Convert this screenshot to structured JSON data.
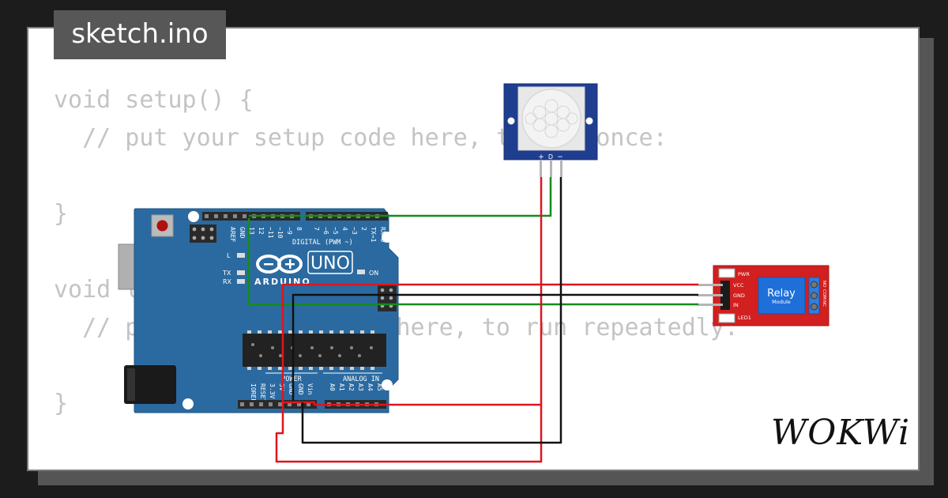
{
  "tab": {
    "filename": "sketch.ino"
  },
  "code_lines": [
    "void setup() {",
    "  // put your setup code here, to run once:",
    "",
    "}",
    "",
    "void loop() {",
    "  // put your main code here, to run repeatedly:",
    "",
    "}"
  ],
  "arduino": {
    "brand": "ARDUINO",
    "model": "UNO",
    "digital_header": "DIGITAL (PWM ~)",
    "power_header": "POWER",
    "analog_header": "ANALOG IN",
    "on_label": "ON",
    "led_l": "L",
    "led_tx": "TX",
    "led_rx": "RX",
    "top_pins": [
      "AREF",
      "GND",
      "13",
      "12",
      "~11",
      "~10",
      "~9",
      "8",
      "7",
      "~6",
      "~5",
      "4",
      "~3",
      "2",
      "TX→1",
      "RX←0"
    ],
    "power_pins": [
      "IOREF",
      "RESET",
      "3.3V",
      "5V",
      "GND",
      "GND",
      "Vin"
    ],
    "analog_pins": [
      "A0",
      "A1",
      "A2",
      "A3",
      "A4",
      "A5"
    ]
  },
  "pir": {
    "pins": [
      "+",
      "D",
      "−"
    ]
  },
  "relay": {
    "title": "Relay",
    "subtitle": "Module",
    "pin_labels": [
      "VCC",
      "GND",
      "IN"
    ],
    "pwr_label": "PWR",
    "led_label": "LED1",
    "terminal_labels": [
      "NO",
      "COM",
      "NC"
    ]
  },
  "brand_logo": "WOKWi",
  "colors": {
    "board": "#2b6aa0",
    "relay": "#d21f1f",
    "relay_box": "#1f6fd9",
    "pir": "#1f3e8f",
    "wire_red": "#e0141e",
    "wire_black": "#111111",
    "wire_green": "#148c1c"
  }
}
